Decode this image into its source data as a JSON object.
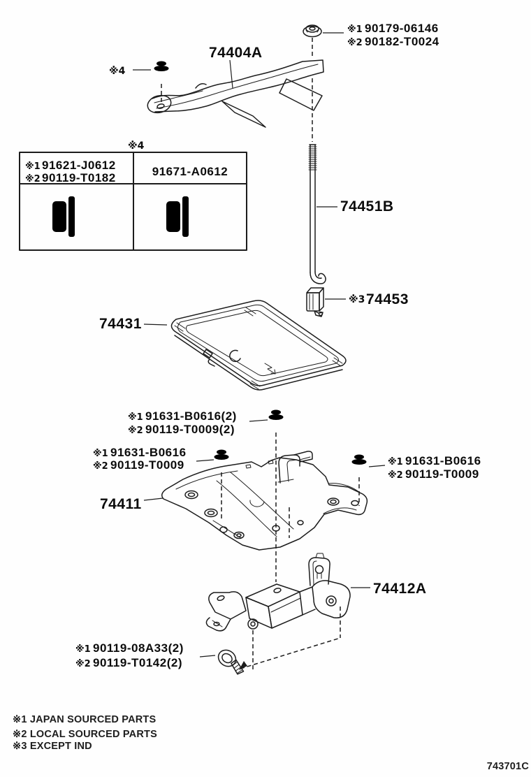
{
  "page": {
    "code": "743701C"
  },
  "parts": {
    "bracket_clamp": {
      "label": "74404A"
    },
    "hook_bolt": {
      "label": "74451B"
    },
    "clamp": {
      "prefix": "※3",
      "label": "74453"
    },
    "tray": {
      "label": "74431"
    },
    "carrier": {
      "label": "74411"
    },
    "support": {
      "label": "74412A"
    }
  },
  "callouts": {
    "top_nut": {
      "rows": [
        {
          "prefix": "※1",
          "number": "90179-06146"
        },
        {
          "prefix": "※2",
          "number": "90182-T0024"
        }
      ]
    },
    "marker4_top": {
      "prefix": "※4"
    },
    "table": {
      "note": "※4",
      "left": {
        "rows": [
          {
            "prefix": "※1",
            "number": "91621-J0612"
          },
          {
            "prefix": "※2",
            "number": "90119-T0182"
          }
        ]
      },
      "right": {
        "number": "91671-A0612"
      }
    },
    "mid_bolt": {
      "rows": [
        {
          "prefix": "※1",
          "number": "91631-B0616(2)"
        },
        {
          "prefix": "※2",
          "number": "90119-T0009(2)"
        }
      ]
    },
    "left_bolt": {
      "rows": [
        {
          "prefix": "※1",
          "number": "91631-B0616"
        },
        {
          "prefix": "※2",
          "number": "90119-T0009"
        }
      ]
    },
    "right_bolt": {
      "rows": [
        {
          "prefix": "※1",
          "number": "91631-B0616"
        },
        {
          "prefix": "※2",
          "number": "90119-T0009"
        }
      ]
    },
    "bottom_bolt": {
      "rows": [
        {
          "prefix": "※1",
          "number": "90119-08A33(2)"
        },
        {
          "prefix": "※2",
          "number": "90119-T0142(2)"
        }
      ]
    }
  },
  "legend": {
    "lines": [
      "※1 JAPAN SOURCED PARTS",
      "※2 LOCAL SOURCED PARTS",
      "※3 EXCEPT IND"
    ]
  }
}
